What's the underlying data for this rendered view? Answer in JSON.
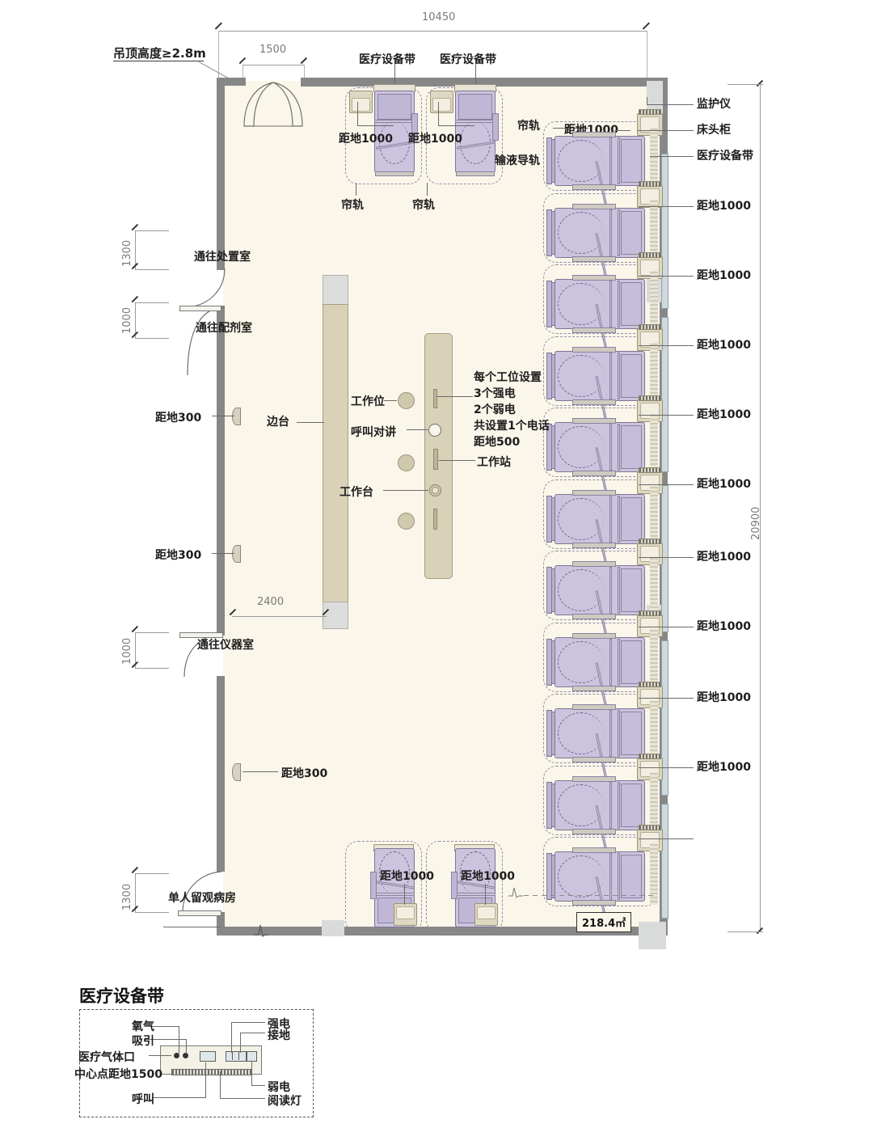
{
  "plan": {
    "title_note": "吊顶高度≥2.8m",
    "area_tag": "218.4㎡",
    "dimensions": {
      "overall_width": "10450",
      "entry_width": "1500",
      "overall_height": "20900",
      "counter_width": "2400",
      "left_segments": [
        "1300",
        "1000",
        "1000",
        "1300"
      ]
    },
    "top_labels": [
      {
        "text": "医疗设备带"
      },
      {
        "text": "医疗设备带"
      }
    ],
    "top_bed_labels": [
      {
        "text": "距地1000"
      },
      {
        "text": "距地1000"
      },
      {
        "text": "帘轨"
      },
      {
        "text": "帘轨"
      }
    ],
    "inner_labels": [
      {
        "text": "帘轨"
      },
      {
        "text": "输液导轨"
      },
      {
        "text": "距地1000"
      }
    ],
    "right_labels": [
      {
        "text": "监护仪"
      },
      {
        "text": "床头柜"
      },
      {
        "text": "医疗设备带"
      },
      {
        "text": "距地1000"
      },
      {
        "text": "距地1000"
      },
      {
        "text": "距地1000"
      },
      {
        "text": "距地1000"
      },
      {
        "text": "距地1000"
      },
      {
        "text": "距地1000"
      },
      {
        "text": "距地1000"
      },
      {
        "text": "距地1000"
      },
      {
        "text": "距地1000"
      }
    ],
    "left_labels": [
      {
        "text": "通往处置室"
      },
      {
        "text": "通往配剂室"
      },
      {
        "text": "距地300"
      },
      {
        "text": "距地300"
      },
      {
        "text": "通往仪器室"
      },
      {
        "text": "距地300"
      },
      {
        "text": "单人留观病房"
      }
    ],
    "center_labels": [
      {
        "text": "边台"
      },
      {
        "text": "工作位"
      },
      {
        "text": "呼叫对讲"
      },
      {
        "text": "工作台"
      },
      {
        "text": "工作站"
      }
    ],
    "note_block": "每个工位设置\n3个强电\n2个弱电\n共设置1个电话\n距地500",
    "note_lines": [
      "每个工位设置",
      "3个强电",
      "2个弱电",
      "共设置1个电话",
      "距地500"
    ],
    "bottom_bed_labels": [
      {
        "text": "距地1000"
      },
      {
        "text": "距地1000"
      }
    ]
  },
  "legend": {
    "title": "医疗设备带",
    "items": [
      {
        "text": "氧气"
      },
      {
        "text": "吸引"
      },
      {
        "text": "医疗气体口"
      },
      {
        "text": "中心点距地1500"
      },
      {
        "text": "呼叫"
      },
      {
        "text": "强电"
      },
      {
        "text": "接地"
      },
      {
        "text": "弱电"
      },
      {
        "text": "阅读灯"
      }
    ]
  },
  "colors": {
    "room_fill": "#fbf6ea",
    "wall": "#878787",
    "bed": "#ccc3de",
    "cabinet": "#ded8c3",
    "counter": "#d9d2b8",
    "rail": "#cfd8dc",
    "text": "#1d1d1d",
    "dim_text": "#7a7a7a"
  }
}
